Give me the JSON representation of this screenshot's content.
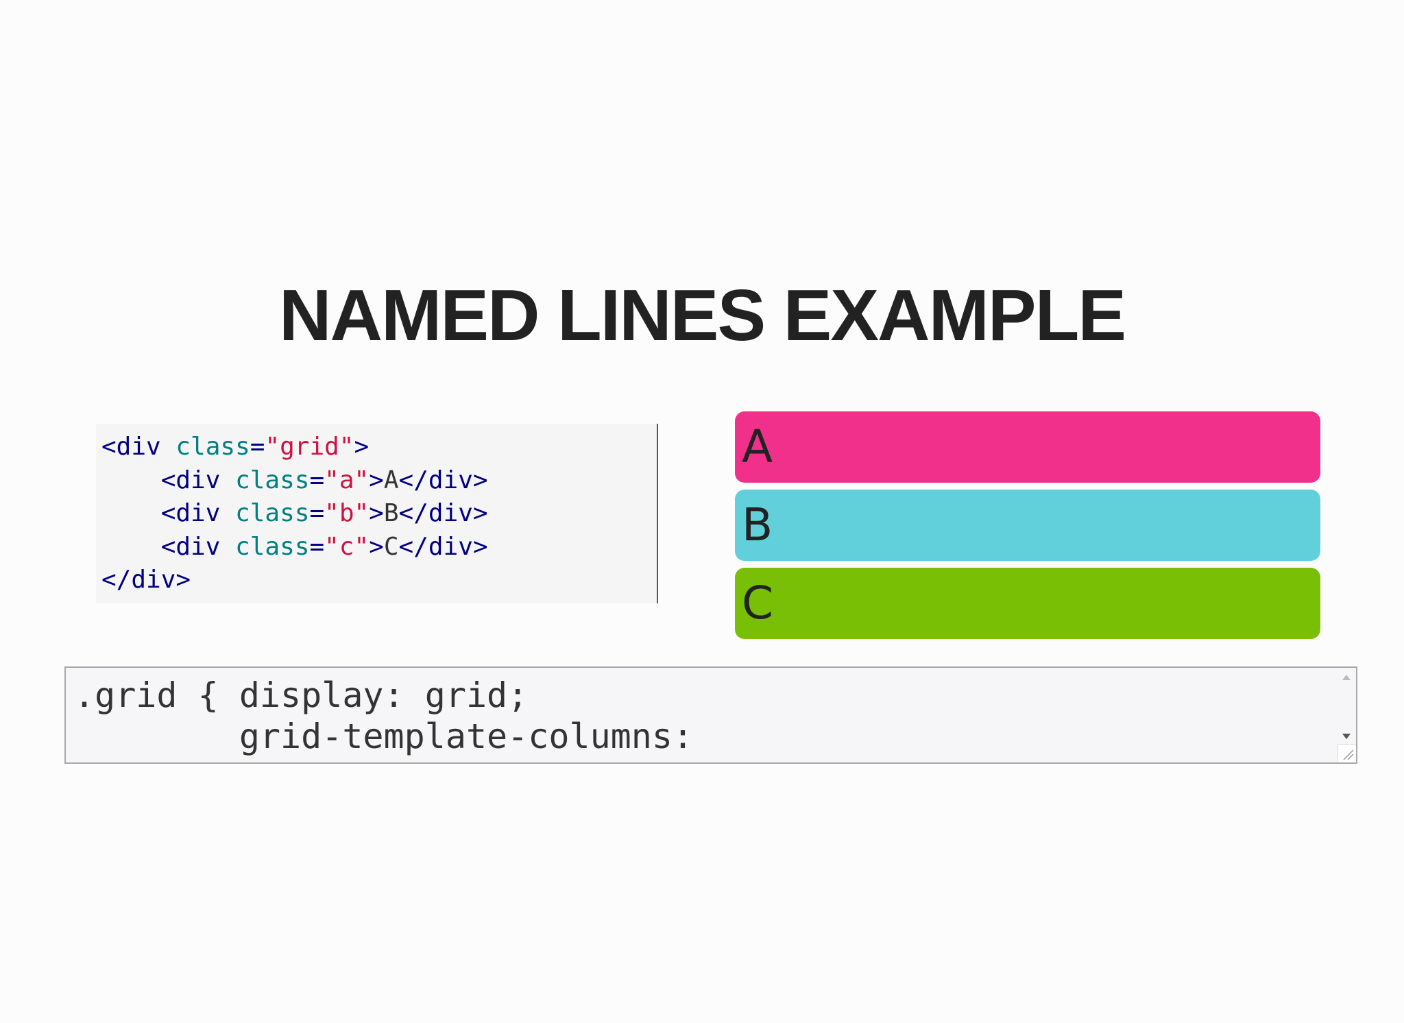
{
  "title": "NAMED LINES EXAMPLE",
  "html_code": {
    "line1": {
      "open": "<div ",
      "attr": "class",
      "eq": "=",
      "val": "\"grid\"",
      "close": ">"
    },
    "line2": {
      "indent": "    ",
      "open": "<div ",
      "attr": "class",
      "eq": "=",
      "val": "\"a\"",
      "close": ">",
      "text": "A",
      "end": "</div>"
    },
    "line3": {
      "indent": "    ",
      "open": "<div ",
      "attr": "class",
      "eq": "=",
      "val": "\"b\"",
      "close": ">",
      "text": "B",
      "end": "</div>"
    },
    "line4": {
      "indent": "    ",
      "open": "<div ",
      "attr": "class",
      "eq": "=",
      "val": "\"c\"",
      "close": ">",
      "text": "C",
      "end": "</div>"
    },
    "line5": {
      "end": "</div>"
    }
  },
  "demo_items": [
    {
      "label": "A",
      "color": "#f0308a"
    },
    {
      "label": "B",
      "color": "#62d0da"
    },
    {
      "label": "C",
      "color": "#78bf05"
    }
  ],
  "css_editor": {
    "line1": ".grid { display: grid;",
    "line2": "        grid-template-columns:"
  }
}
